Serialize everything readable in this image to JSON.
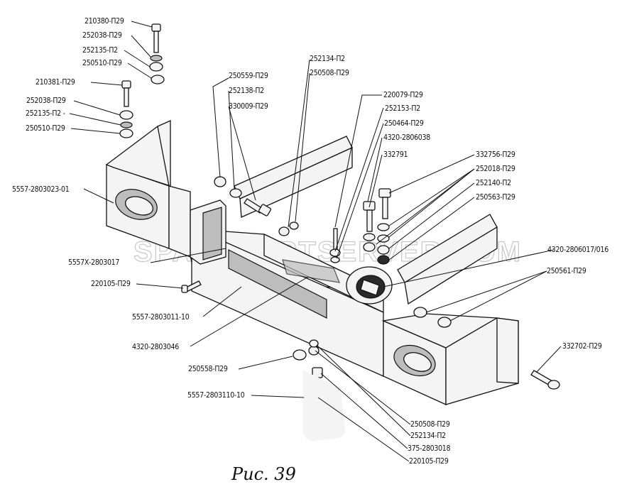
{
  "figure": {
    "caption": "Рис. 39",
    "watermark": "SPAREPARTSERVER.COM"
  },
  "colors": {
    "ink": "#111111",
    "paper": "#ffffff",
    "watermark": "#c8c8c8"
  },
  "callouts": [
    {
      "label": "210380-П29"
    },
    {
      "label": "252038-П29"
    },
    {
      "label": "252135-П2"
    },
    {
      "label": "250510-П29"
    },
    {
      "label": "210381-П29"
    },
    {
      "label": "252038-П29"
    },
    {
      "label": "252135-П2 -"
    },
    {
      "label": "250510-П29"
    },
    {
      "label": "250559-П29"
    },
    {
      "label": "252138-П2"
    },
    {
      "label": "330009-П29"
    },
    {
      "label": "252134-П2"
    },
    {
      "label": "250508-П29"
    },
    {
      "label": "220079-П29"
    },
    {
      "label": "252153-П2"
    },
    {
      "label": "250464-П29"
    },
    {
      "label": "4320-2806038"
    },
    {
      "label": "332791"
    },
    {
      "label": "332756-П29"
    },
    {
      "label": "252018-П29"
    },
    {
      "label": "252140-П2"
    },
    {
      "label": "250563-П29"
    },
    {
      "label": "5557-2803023-01"
    },
    {
      "label": "5557Х-2803017"
    },
    {
      "label": "4320-2806017/016"
    },
    {
      "label": "220105-П29"
    },
    {
      "label": "250561-П29"
    },
    {
      "label": "5557-2803011-10"
    },
    {
      "label": "4320-2803046"
    },
    {
      "label": "332702-П29"
    },
    {
      "label": "250558-П29"
    },
    {
      "label": "5557-2803110-10"
    },
    {
      "label": "250508-П29"
    },
    {
      "label": "252134-П2"
    },
    {
      "label": "375-2803018"
    },
    {
      "label": "220105-П29"
    }
  ]
}
